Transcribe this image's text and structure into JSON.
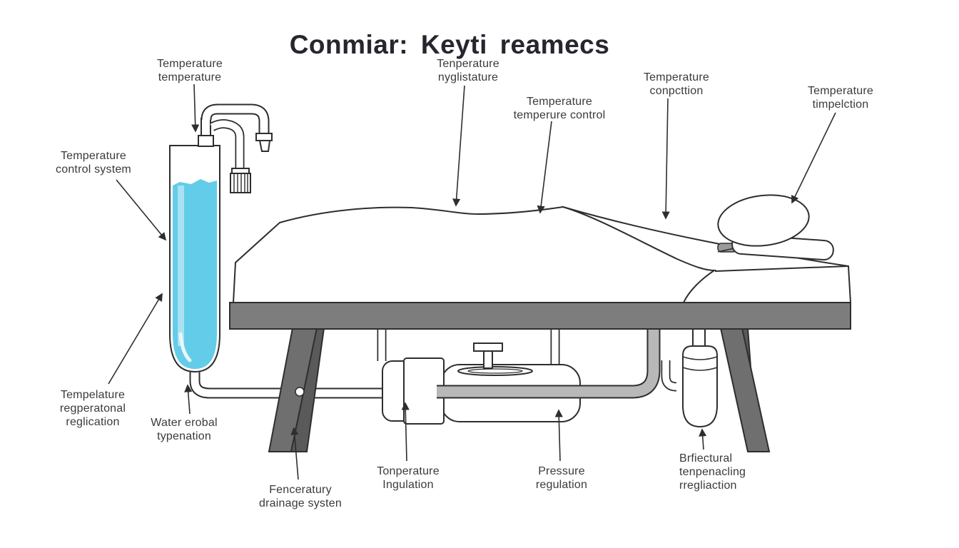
{
  "title": "Conmiar: Keyti reamecs",
  "diagram_type": "medical-bed temperature-control schematic (garbled AI-style labels)",
  "labels": {
    "cylinder_top": "Temperature\ntemperature",
    "control_system": "Temperature\ncontrol system",
    "bed_mid": "Tenperature\nnyglistature",
    "blanket": "Temperature\ntemperure control",
    "bed_right": "Temperature\nconpcttion",
    "head": "Temperature\ntimpelction",
    "cylinder_lower": "Tempelature\nregperatonal\nreglication",
    "water_pipe": "Water erobal\ntypenation",
    "leg": "Fenceratury\ndrainage systen",
    "pump": "Tonperature\nIngulation",
    "tank": "Pressure\nregulation",
    "bottle": "Brfiectural\ntenpenacling\nrregliaction"
  },
  "colors": {
    "bg": "#ffffff",
    "ink": "#2e2e2e",
    "text": "#26262e",
    "water": "#63cce9",
    "waterlight": "#a9e2f3",
    "frame": "#7d7d7d",
    "leg": "#6f6f6f",
    "legdark": "#5a5a5a",
    "pipegray": "#b8b8b8",
    "hand": "#9a9a9a"
  }
}
